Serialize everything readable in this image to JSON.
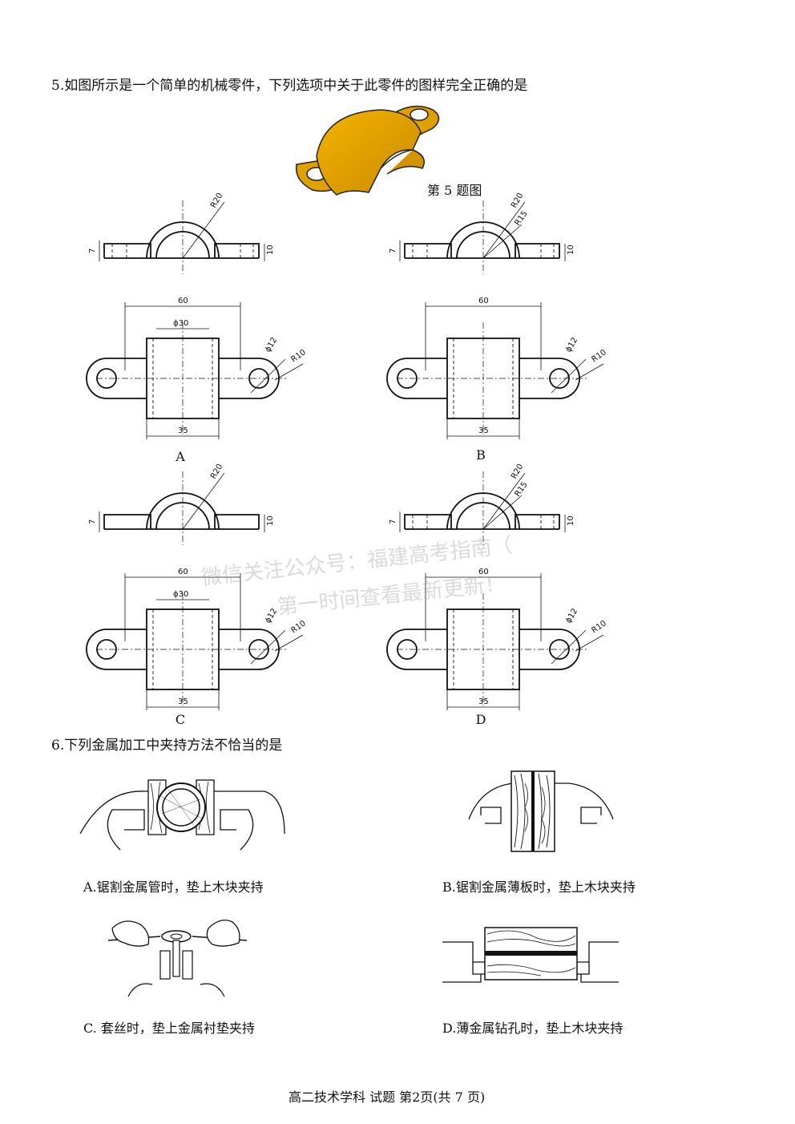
{
  "q5": {
    "text": "5.如图所示是一个简单的机械零件，下列选项中关于此零件的图样完全正确的是",
    "figure_caption": "第 5 题图",
    "options": [
      "A",
      "B",
      "C",
      "D"
    ]
  },
  "dims": {
    "r20": "R20",
    "r15": "R15",
    "d7": "7",
    "d10": "10",
    "d60": "60",
    "phi30": "ϕ30",
    "phi12": "ϕ12",
    "r10": "R10",
    "d35": "35"
  },
  "q6": {
    "text": "6.下列金属加工中夹持方法不恰当的是",
    "options": {
      "a": "A.锯割金属管时，垫上木块夹持",
      "b": "B.锯割金属薄板时，垫上木块夹持",
      "c": "C.  套丝时，垫上金属衬垫夹持",
      "d": "D.薄金属钻孔时，垫上木块夹持"
    }
  },
  "watermark": {
    "line1": "微信关注公众号：福建高考指南（",
    "line2": "第一时间查看最新更新！"
  },
  "footer": "高二技术学科  试题  第2页(共 7 页)"
}
